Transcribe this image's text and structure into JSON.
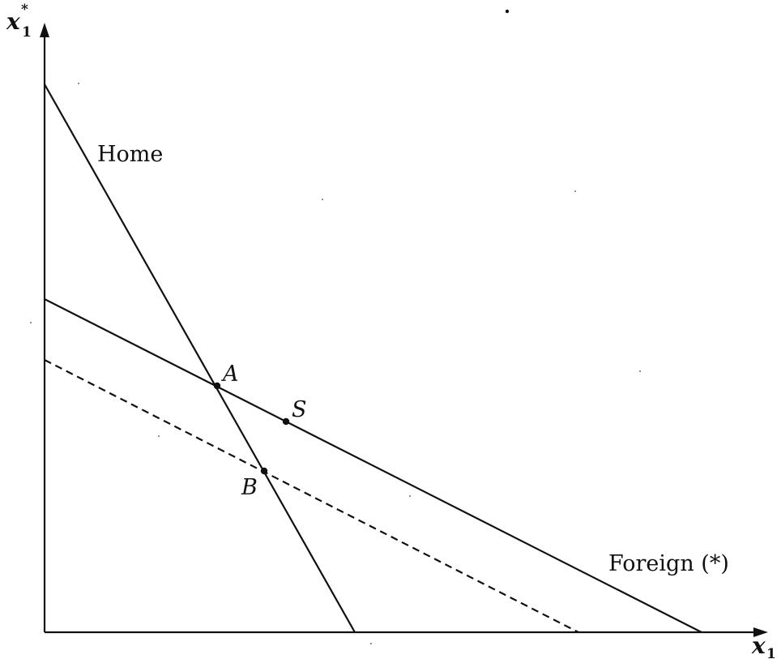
{
  "axes": {
    "x": {
      "symbol": "x",
      "subscript": "1",
      "superscript": ""
    },
    "y": {
      "symbol": "x",
      "subscript": "1",
      "superscript": "*"
    }
  },
  "curves": {
    "home": {
      "label": "Home",
      "style": "solid"
    },
    "foreign": {
      "label": "Foreign (*)",
      "style": "solid"
    },
    "shifted": {
      "label": "",
      "style": "dashed"
    }
  },
  "points": {
    "a": {
      "label": "A"
    },
    "b": {
      "label": "B"
    },
    "s": {
      "label": "S"
    }
  },
  "colors": {
    "ink": "#111111",
    "background": "#ffffff"
  }
}
